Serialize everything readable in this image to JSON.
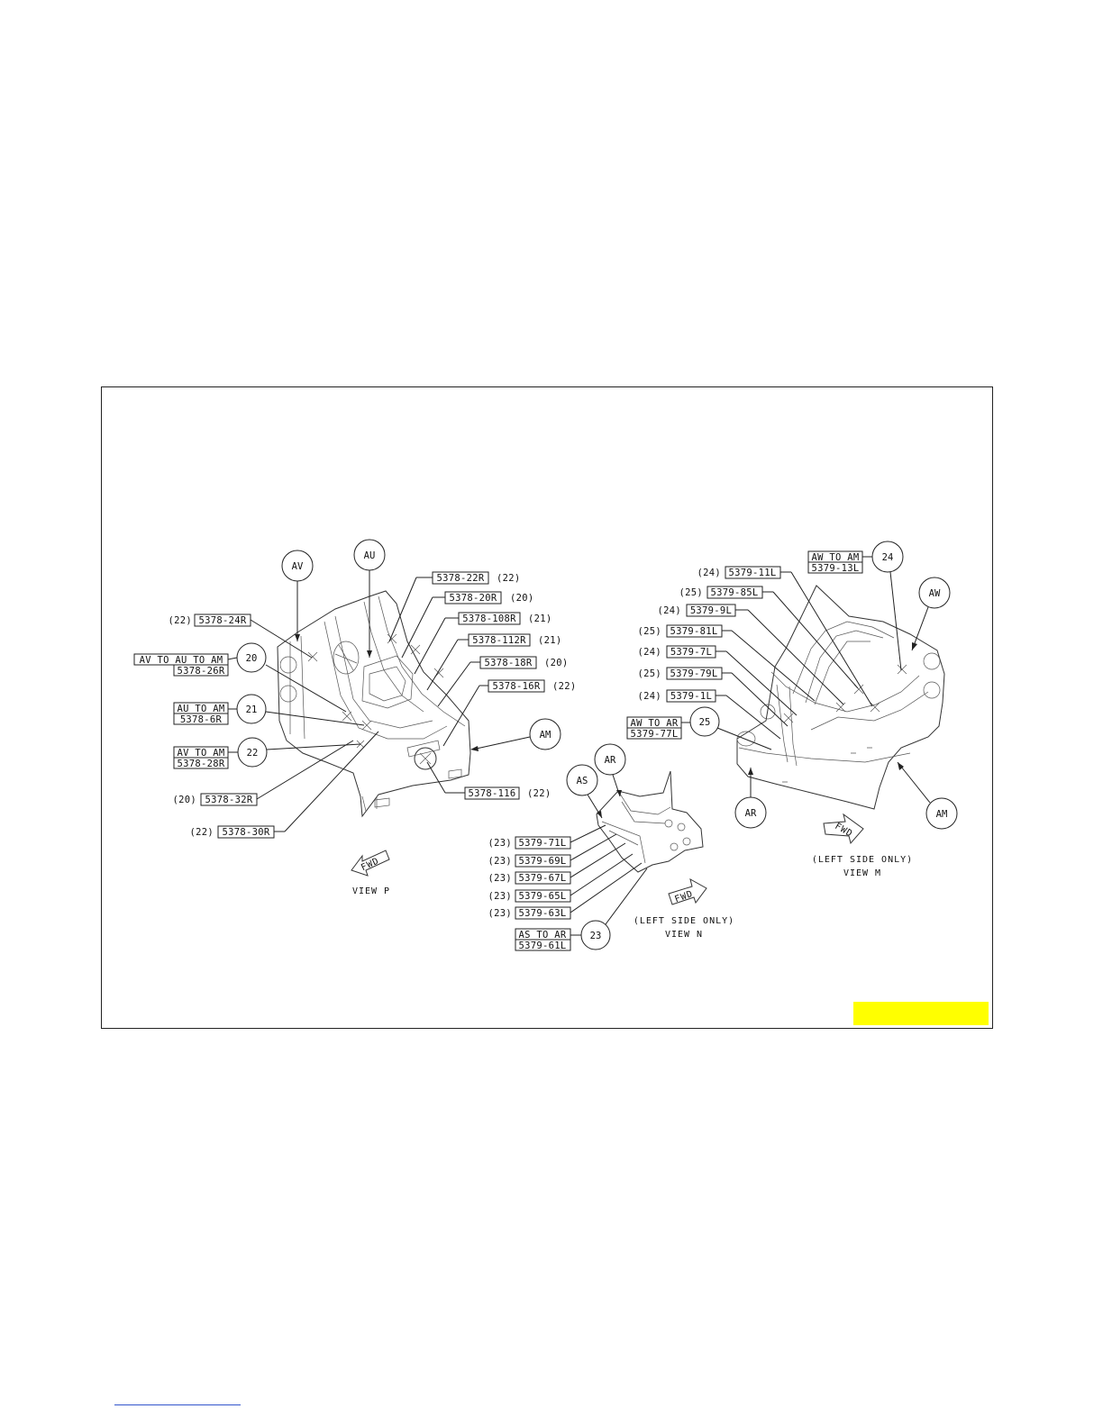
{
  "view_p": {
    "title": "VIEW P",
    "fwd": "FWD",
    "callouts": {
      "av": "AV",
      "au": "AU",
      "am": "AM",
      "c20": "20",
      "c21": "21",
      "c22": "22"
    },
    "joints": {
      "av_au_am": "AV TO AU TO AM",
      "au_am": "AU TO AM",
      "av_am": "AV TO AM",
      "p26": "5378-26R",
      "p6": "5378-6R",
      "p28": "5378-28R"
    },
    "labels": {
      "p24": "5378-24R",
      "p24n": "(22)",
      "p22": "5378-22R",
      "p22n": "(22)",
      "p20": "5378-20R",
      "p20n": "(20)",
      "p108": "5378-108R",
      "p108n": "(21)",
      "p112": "5378-112R",
      "p112n": "(21)",
      "p18": "5378-18R",
      "p18n": "(20)",
      "p16": "5378-16R",
      "p16n": "(22)",
      "p32": "5378-32R",
      "p32n": "(20)",
      "p30": "5378-30R",
      "p30n": "(22)",
      "p116": "5378-116",
      "p116n": "(22)"
    }
  },
  "view_n": {
    "title": "VIEW N",
    "note": "(LEFT SIDE ONLY)",
    "fwd": "FWD",
    "callouts": {
      "as": "AS",
      "ar": "AR",
      "c23": "23"
    },
    "joint": {
      "text": "AS TO AR",
      "part": "5379-61L"
    },
    "labels": {
      "p71": "5379-71L",
      "p71n": "(23)",
      "p69": "5379-69L",
      "p69n": "(23)",
      "p67": "5379-67L",
      "p67n": "(23)",
      "p65": "5379-65L",
      "p65n": "(23)",
      "p63": "5379-63L",
      "p63n": "(23)"
    }
  },
  "view_m": {
    "title": "VIEW M",
    "note": "(LEFT SIDE ONLY)",
    "fwd": "FWD",
    "callouts": {
      "c24": "24",
      "c25": "25",
      "aw": "AW",
      "ar": "AR",
      "am": "AM"
    },
    "joints": {
      "aw_am": "AW TO AM",
      "p13": "5379-13L",
      "aw_ar": "AW TO AR",
      "p77": "5379-77L"
    },
    "labels": {
      "p11": "5379-11L",
      "p11n": "(24)",
      "p85": "5379-85L",
      "p85n": "(25)",
      "p9": "5379-9L",
      "p9n": "(24)",
      "p81": "5379-81L",
      "p81n": "(25)",
      "p7": "5379-7L",
      "p7n": "(24)",
      "p79": "5379-79L",
      "p79n": "(25)",
      "p1": "5379-1L",
      "p1n": "(24)"
    }
  },
  "colors": {
    "highlight": "#ffff00",
    "line": "#222222",
    "link_rule": "#3355cc"
  }
}
